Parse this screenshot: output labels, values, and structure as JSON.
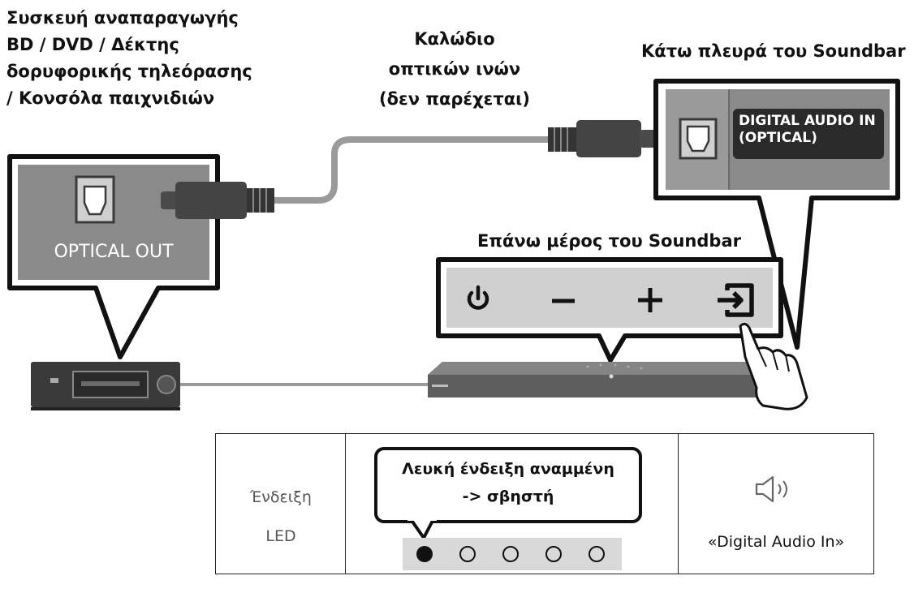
{
  "labels": {
    "source_device": [
      "Συσκευή αναπαραγωγής",
      "BD / DVD / Δέκτης",
      "δορυφορικής τηλεόρασης",
      "/ Κονσόλα παιχνιδιών"
    ],
    "cable": [
      "Καλώδιο",
      "οπτικών ινών",
      "(δεν παρέχεται)"
    ],
    "soundbar_bottom": "Κάτω πλευρά του Soundbar",
    "soundbar_top": "Επάνω μέρος του Soundbar",
    "optical_out": "OPTICAL OUT",
    "digital_audio_in": [
      "DIGITAL AUDIO IN",
      "(OPTICAL)"
    ]
  },
  "table": {
    "led_label": [
      "Ένδειξη",
      "LED"
    ],
    "callout": [
      "Λευκή ένδειξη αναμμένη",
      "-> σβηστή"
    ],
    "leds": [
      true,
      false,
      false,
      false,
      false
    ],
    "mode": "«Digital Audio In»"
  },
  "colors": {
    "panel": "#8a8a8a",
    "panel_dark": "#5c5c5c",
    "soundbar": "#6e6e6e",
    "cable": "#9a9a9a"
  },
  "icons": [
    "power-icon",
    "minus-icon",
    "plus-icon",
    "source-input-icon",
    "speaker-icon",
    "hand-icon"
  ]
}
